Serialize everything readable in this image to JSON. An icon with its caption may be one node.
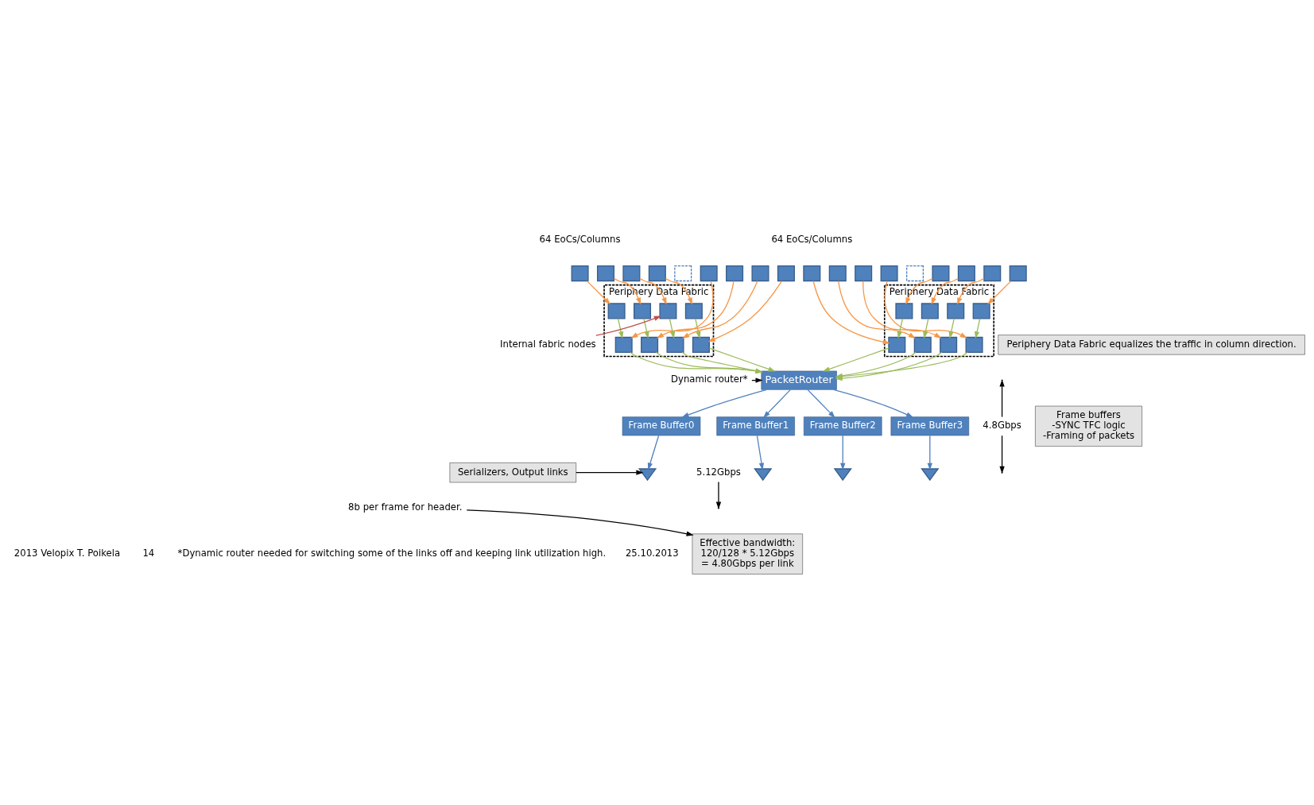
{
  "diagram": {
    "nodes": [
      {
        "text": [],
        "shape": "box"
      },
      {
        "text": [],
        "shape": "box"
      },
      {
        "text": [],
        "shape": "box"
      },
      {
        "text": [],
        "shape": "box"
      },
      {
        "text": [],
        "shape": "box"
      },
      {
        "text": [],
        "shape": "box"
      },
      {
        "text": [],
        "shape": "box"
      },
      {
        "text": [],
        "shape": "box"
      },
      {
        "text": [],
        "shape": "box"
      },
      {
        "text": [],
        "shape": "box"
      },
      {
        "text": [],
        "shape": "box"
      },
      {
        "text": [],
        "shape": "box"
      },
      {
        "text": [],
        "shape": "box"
      },
      {
        "text": [],
        "shape": "box"
      },
      {
        "text": [],
        "shape": "box"
      },
      {
        "text": [],
        "shape": "box"
      },
      {
        "text": [],
        "shape": "box"
      },
      {
        "text": [],
        "shape": "box"
      },
      {
        "text": [
          "Periphery Data Fabric"
        ]
      },
      {
        "text": [],
        "shape": "box",
        "in": 18
      },
      {
        "text": [],
        "shape": "box",
        "in": 18
      },
      {
        "text": [],
        "shape": "box",
        "in": 18
      },
      {
        "text": [],
        "shape": "box",
        "in": 18
      },
      {
        "text": [],
        "shape": "box",
        "in": 18
      },
      {
        "text": [],
        "shape": "box",
        "in": 18
      },
      {
        "text": [],
        "shape": "box",
        "in": 18
      },
      {
        "text": [],
        "shape": "box",
        "in": 18
      },
      {
        "text": [
          "PacketRouter"
        ]
      },
      {
        "text": [
          "Periphery Data Fabric"
        ]
      },
      {
        "text": [],
        "shape": "box",
        "in": 28
      },
      {
        "text": [],
        "shape": "box",
        "in": 28
      },
      {
        "text": [],
        "shape": "box",
        "in": 28
      },
      {
        "text": [],
        "shape": "box",
        "in": 28
      },
      {
        "text": [],
        "shape": "box",
        "in": 28
      },
      {
        "text": [],
        "shape": "box",
        "in": 28
      },
      {
        "text": [],
        "shape": "box",
        "in": 28
      },
      {
        "text": [],
        "shape": "box",
        "in": 28
      },
      {
        "text": [
          "Dynamic router*"
        ]
      },
      {
        "text": [
          "Internal fabric nodes"
        ]
      },
      {
        "text": [
          "4.8Gbps"
        ]
      },
      {
        "text": [
          "Periphery Data Fabric equalizes the traffic in column direction."
        ]
      },
      {
        "text": [
          "Frame Buffer0"
        ]
      },
      {
        "text": [
          "Frame Buffer1"
        ]
      },
      {
        "text": [
          "Frame Buffer2"
        ]
      },
      {
        "text": [
          "Frame Buffer3"
        ]
      },
      {
        "text": [
          "Frame buffers",
          "-SYNC TFC logic",
          "-Framing of packets"
        ]
      },
      {
        "text": [
          "5.12Gbps"
        ]
      },
      {
        "text": [],
        "shape": "triangle"
      },
      {
        "text": [],
        "shape": "triangle"
      },
      {
        "text": [],
        "shape": "triangle"
      },
      {
        "text": [],
        "shape": "triangle"
      },
      {
        "text": [
          "Serializers, Output links"
        ]
      },
      {
        "text": [
          "8b per frame for header."
        ]
      },
      {
        "text": [
          "Effective bandwidth:",
          "120/128 * 5.12Gbps",
          "= 4.80Gbps per link"
        ]
      }
    ],
    "edges": [
      {
        "from": 0,
        "to": 19,
        "arrow": "to",
        "color": "#f79646"
      },
      {
        "from": 1,
        "to": 21,
        "arrow": "to",
        "color": "#f79646"
      },
      {
        "from": 2,
        "to": 23,
        "arrow": "to",
        "color": "#f79646"
      },
      {
        "from": 3,
        "to": 25,
        "arrow": "to",
        "color": "#f79646"
      },
      {
        "from": 5,
        "to": 20,
        "arrow": "to",
        "color": "#f79646"
      },
      {
        "from": 6,
        "to": 22,
        "arrow": "to",
        "color": "#f79646"
      },
      {
        "from": 7,
        "to": 24,
        "arrow": "to",
        "color": "#f79646"
      },
      {
        "from": 8,
        "to": 26,
        "arrow": "to",
        "color": "#f79646"
      },
      {
        "from": 19,
        "to": 20,
        "arrow": "to",
        "color": "#9bbb59"
      },
      {
        "from": 20,
        "to": 27,
        "arrow": "to",
        "color": "#9bbb59"
      },
      {
        "from": 21,
        "to": 22,
        "arrow": "to",
        "color": "#9bbb59"
      },
      {
        "from": 22,
        "to": 27,
        "arrow": "to",
        "color": "#9bbb59"
      },
      {
        "from": 23,
        "to": 24,
        "arrow": "to",
        "color": "#9bbb59"
      },
      {
        "from": 24,
        "to": 27,
        "arrow": "to",
        "color": "#9bbb59"
      },
      {
        "from": 25,
        "to": 26,
        "arrow": "to",
        "color": "#9bbb59"
      },
      {
        "from": 26,
        "to": 27,
        "arrow": "to",
        "color": "#9bbb59"
      },
      {
        "from": 9,
        "to": 35,
        "arrow": "to",
        "color": "#f79646"
      },
      {
        "from": 10,
        "to": 33,
        "arrow": "to",
        "color": "#f79646"
      },
      {
        "from": 11,
        "to": 31,
        "arrow": "to",
        "color": "#f79646"
      },
      {
        "from": 12,
        "to": 29,
        "arrow": "to",
        "color": "#f79646"
      },
      {
        "from": 14,
        "to": 36,
        "arrow": "to",
        "color": "#f79646"
      },
      {
        "from": 15,
        "to": 34,
        "arrow": "to",
        "color": "#f79646"
      },
      {
        "from": 16,
        "to": 32,
        "arrow": "to",
        "color": "#f79646"
      },
      {
        "from": 17,
        "to": 30,
        "arrow": "to",
        "color": "#f79646"
      },
      {
        "from": 30,
        "to": 29,
        "arrow": "to",
        "color": "#9bbb59"
      },
      {
        "from": 29,
        "to": 27,
        "arrow": "to",
        "color": "#9bbb59"
      },
      {
        "from": 32,
        "to": 31,
        "arrow": "to",
        "color": "#9bbb59"
      },
      {
        "from": 31,
        "to": 27,
        "arrow": "to",
        "color": "#9bbb59"
      },
      {
        "from": 34,
        "to": 33,
        "arrow": "to",
        "color": "#9bbb59"
      },
      {
        "from": 33,
        "to": 27,
        "arrow": "to",
        "color": "#9bbb59"
      },
      {
        "from": 36,
        "to": 35,
        "arrow": "to",
        "color": "#9bbb59"
      },
      {
        "from": 35,
        "to": 27,
        "arrow": "to",
        "color": "#9bbb59"
      },
      {
        "from": 27,
        "to": 41,
        "arrow": "to",
        "color": "#4f81bd"
      },
      {
        "from": 27,
        "to": 42,
        "arrow": "to",
        "color": "#4f81bd"
      },
      {
        "from": 27,
        "to": 43,
        "arrow": "to",
        "color": "#4f81bd"
      },
      {
        "from": 27,
        "to": 44,
        "arrow": "to",
        "color": "#4f81bd"
      },
      {
        "from": 41,
        "to": 47,
        "arrow": "to",
        "color": "#4f81bd"
      },
      {
        "from": 42,
        "to": 48,
        "arrow": "to",
        "color": "#4f81bd"
      },
      {
        "from": 43,
        "to": 49,
        "arrow": "to",
        "color": "#4f81bd"
      },
      {
        "from": 44,
        "to": 50,
        "arrow": "to",
        "color": "#4f81bd"
      },
      {
        "from": 37,
        "to": 27,
        "arrow": "to",
        "color": "#000000"
      },
      {
        "from": 38,
        "to": 23,
        "arrow": "to",
        "color": "#c0504d"
      },
      {
        "from": 39,
        "to": null,
        "arrow": "to",
        "color": "#000000"
      },
      {
        "from": 39,
        "to": null,
        "arrow": "to",
        "color": "#000000"
      },
      {
        "from": 46,
        "to": null,
        "arrow": "to",
        "color": "#000000"
      },
      {
        "from": 51,
        "to": 47,
        "arrow": "to",
        "color": "#000000"
      },
      {
        "from": 52,
        "to": 53,
        "arrow": "to",
        "color": "#000000"
      }
    ],
    "labels": [
      "64 EoCs/Columns",
      "64 EoCs/Columns",
      "*Dynamic router needed for switching some of the links off and keeping link utilization high.",
      "25.10.2013",
      "2013 Velopix T. Poikela",
      "14"
    ]
  }
}
